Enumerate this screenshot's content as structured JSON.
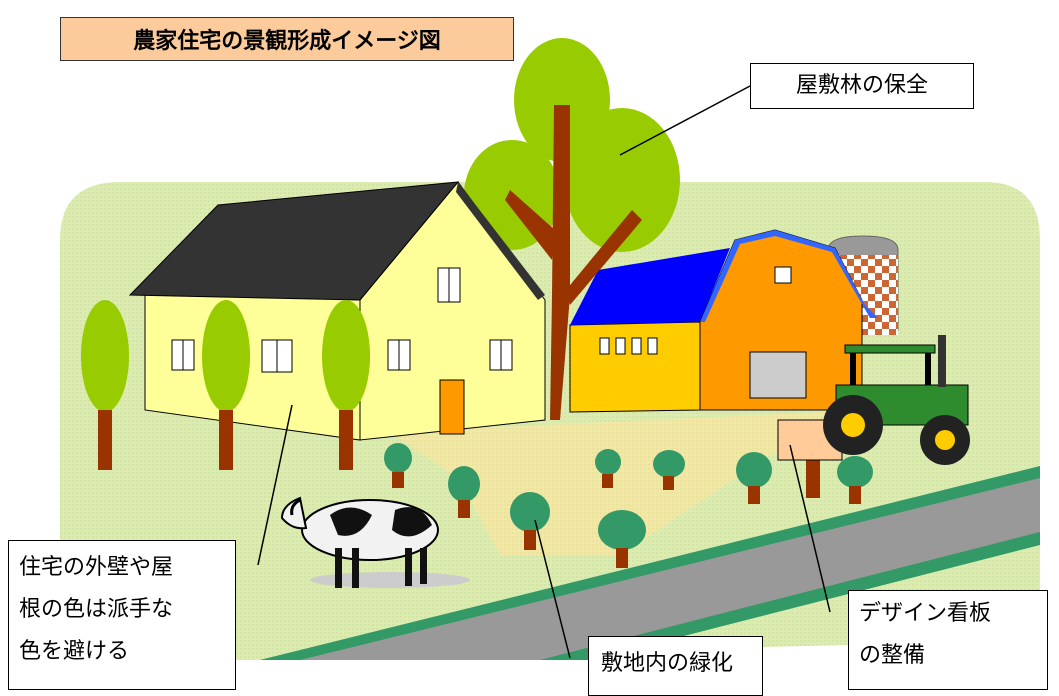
{
  "title": "農家住宅の景観形成イメージ図",
  "callouts": {
    "yashiki": "屋敷林の保全",
    "wall": [
      "住宅の外壁や屋",
      "根の色は派手な",
      "色を避ける"
    ],
    "green": "敷地内の緑化",
    "sign": [
      "デザイン看板",
      "の整備"
    ]
  },
  "colors": {
    "title_bg": "#fccb9c",
    "lawn": "#dcecb0",
    "house_wall": "#ffff99",
    "house_roof": "#333333",
    "barn_orange": "#ff9900",
    "barn_roof": "#0000ff",
    "barn_side": "#ffcc00",
    "tree_green": "#99cc00",
    "trunk": "#993300",
    "road": "#999999",
    "road_edge": "#339966",
    "shrub": "#339966",
    "sign_board": "#ffcc99",
    "tractor": "#2e8b2e"
  }
}
